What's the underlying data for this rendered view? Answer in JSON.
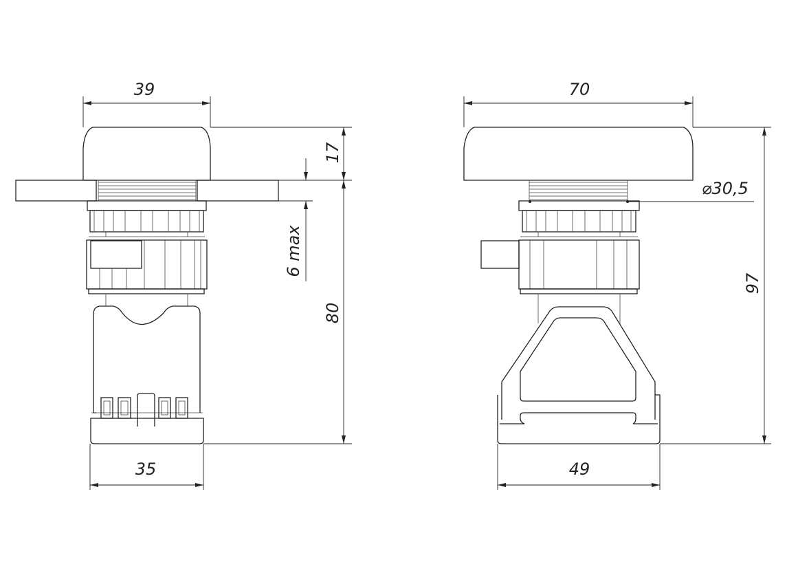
{
  "front_view": {
    "dimensions": {
      "cap_width": "39",
      "cap_height": "17",
      "panel_thickness": "6 max",
      "body_height": "80",
      "body_width": "35"
    }
  },
  "side_view": {
    "dimensions": {
      "cap_width": "70",
      "thread_diameter": "⌀30,5",
      "total_height": "97",
      "base_width": "49"
    }
  }
}
